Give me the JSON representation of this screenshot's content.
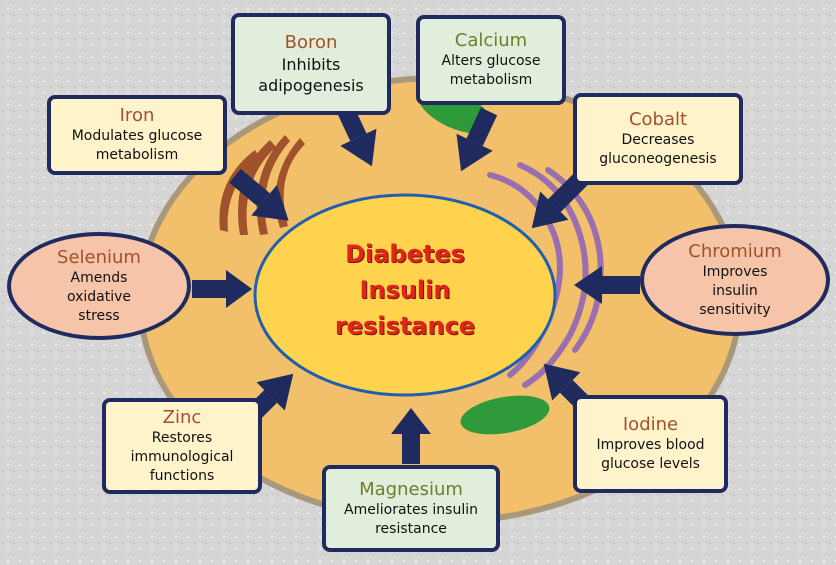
{
  "center": {
    "lines": [
      "Diabetes",
      "Insulin",
      "resistance"
    ]
  },
  "elements": {
    "boron": {
      "name": "Boron",
      "effect": [
        "Inhibits",
        "adipogenesis"
      ]
    },
    "calcium": {
      "name": "Calcium",
      "effect": [
        "Alters glucose",
        "metabolism"
      ]
    },
    "iron": {
      "name": "Iron",
      "effect": [
        "Modulates glucose",
        "metabolism"
      ]
    },
    "cobalt": {
      "name": "Cobalt",
      "effect": [
        "Decreases",
        "gluconeogenesis"
      ]
    },
    "selenium": {
      "name": "Selenium",
      "effect": [
        "Amends",
        "oxidative",
        "stress"
      ]
    },
    "chromium": {
      "name": "Chromium",
      "effect": [
        "Improves",
        "insulin",
        "sensitivity"
      ]
    },
    "zinc": {
      "name": "Zinc",
      "effect": [
        "Restores",
        "immunological",
        "functions"
      ]
    },
    "iodine": {
      "name": "Iodine",
      "effect": [
        "Improves blood",
        "glucose levels"
      ]
    },
    "magnesium": {
      "name": "Magnesium",
      "effect": [
        "Ameliorates insulin",
        "resistance"
      ]
    }
  },
  "colors": {
    "box_border": "#1f2b5e",
    "arrow": "#1f2b5e",
    "center_fill": "#ffd34d",
    "center_text": "#e0261b",
    "title_text": "#a0522d",
    "cell_fill": "#f2c06a"
  }
}
